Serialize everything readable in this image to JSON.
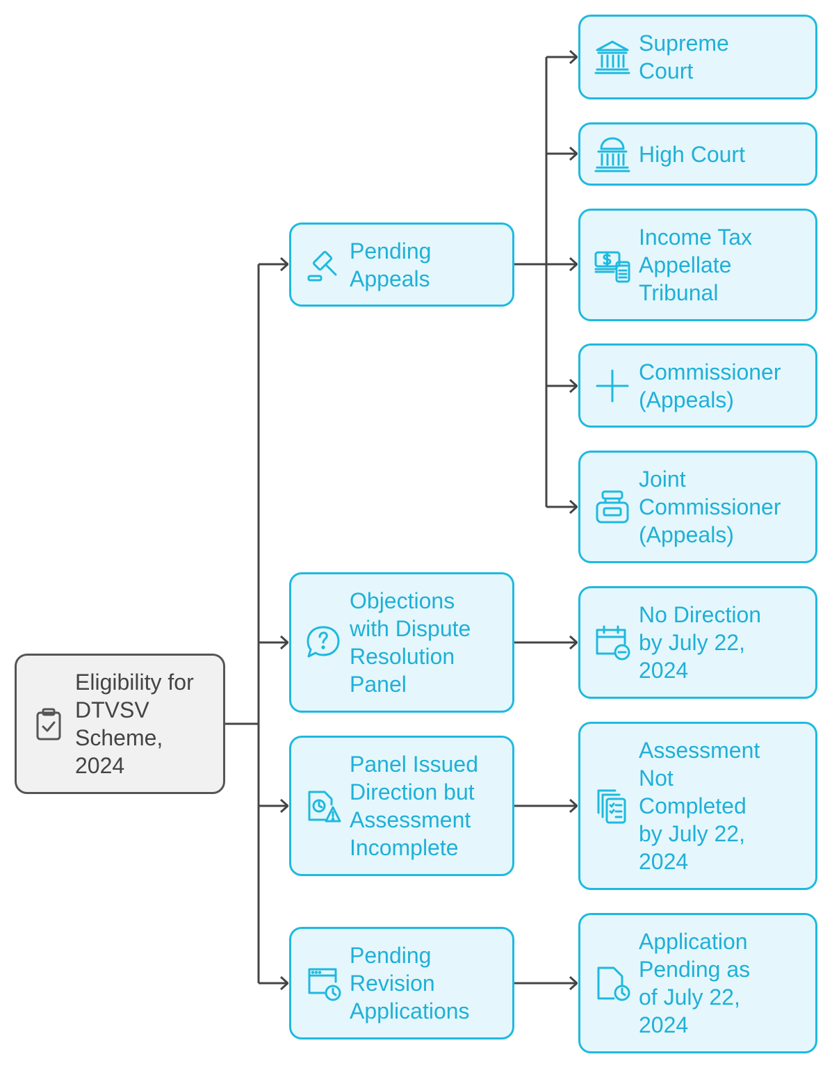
{
  "root": {
    "label": "Eligibility for\nDTVSV\nScheme,\n2024",
    "icon": "clipboard-check-icon"
  },
  "categories": [
    {
      "id": "pending-appeals",
      "label": "Pending\nAppeals",
      "icon": "gavel-icon"
    },
    {
      "id": "objections-drp",
      "label": "Objections\nwith Dispute\nResolution\nPanel",
      "icon": "question-bubble-icon"
    },
    {
      "id": "panel-issued-direction",
      "label": "Panel Issued\nDirection but\nAssessment\nIncomplete",
      "icon": "document-warning-icon"
    },
    {
      "id": "pending-revision",
      "label": "Pending\nRevision\nApplications",
      "icon": "browser-clock-icon"
    }
  ],
  "leaves": [
    {
      "id": "supreme-court",
      "label": "Supreme\nCourt",
      "icon": "courthouse-icon"
    },
    {
      "id": "high-court",
      "label": "High Court",
      "icon": "capitol-building-icon"
    },
    {
      "id": "itat",
      "label": "Income Tax\nAppellate\nTribunal",
      "icon": "money-calculator-icon"
    },
    {
      "id": "commissioner-appeals",
      "label": "Commissioner\n(Appeals)",
      "icon": "plus-icon"
    },
    {
      "id": "joint-commissioner-appeals",
      "label": "Joint\nCommissioner\n(Appeals)",
      "icon": "stamp-icon"
    },
    {
      "id": "no-direction",
      "label": "No Direction\nby July 22,\n2024",
      "icon": "calendar-minus-icon"
    },
    {
      "id": "assessment-not-completed",
      "label": "Assessment\nNot\nCompleted\nby July 22,\n2024",
      "icon": "document-stack-checklist-icon"
    },
    {
      "id": "application-pending",
      "label": "Application\nPending as\nof July 22,\n2024",
      "icon": "file-clock-icon"
    }
  ],
  "colors": {
    "accent": "#1fb9df",
    "fill": "#e5f7fc",
    "root_border": "#555555",
    "root_fill": "#f1f1f1",
    "connector": "#444444"
  }
}
